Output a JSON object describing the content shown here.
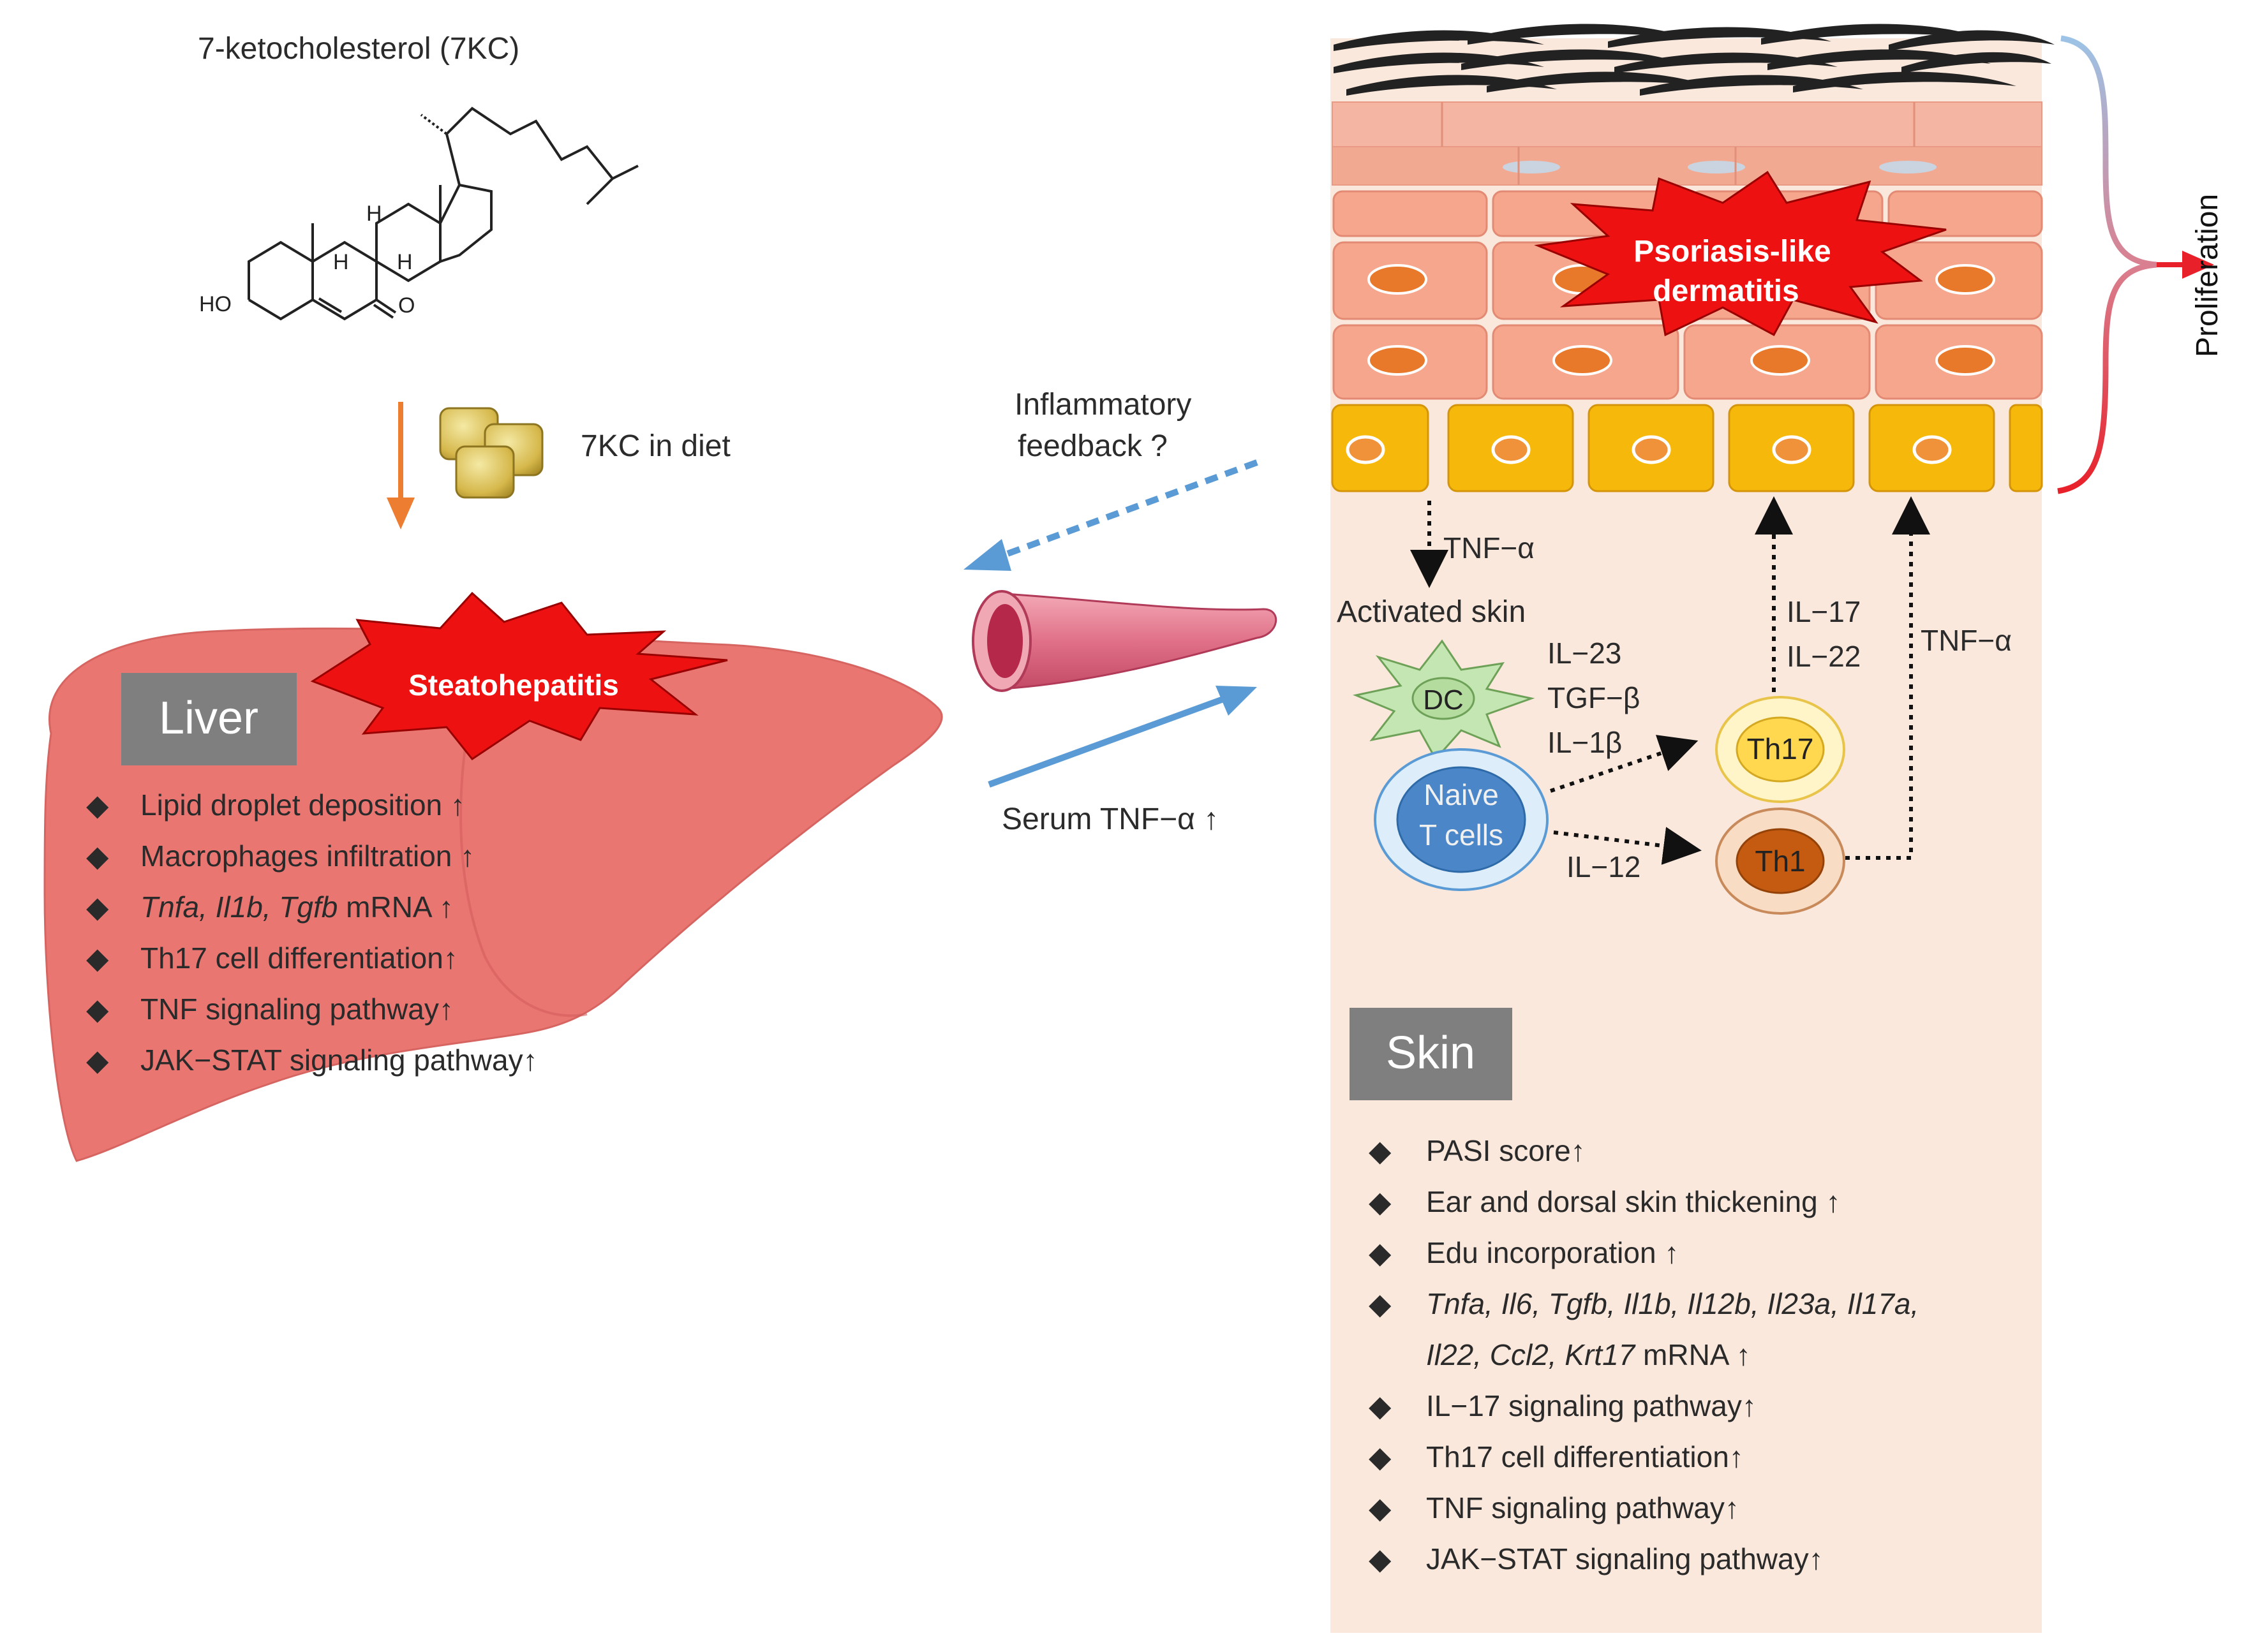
{
  "molecule": {
    "title": "7-ketocholesterol (7KC)",
    "atoms": {
      "ho": "HO",
      "o": "O",
      "h1": "H",
      "h2": "H",
      "h3": "H"
    }
  },
  "diet_label": "7KC in diet",
  "liver": {
    "title": "Liver",
    "badge": "Steatohepatitis",
    "items": [
      "Lipid droplet deposition ↑",
      "Macrophages infiltration ↑",
      {
        "italic": "Tnfa, Il1b, Tgfb",
        "rest": " mRNA ↑"
      },
      "Th17 cell differentiation↑",
      "TNF signaling pathway↑",
      "JAK−STAT signaling pathway↑"
    ]
  },
  "circulation": {
    "feedback_line1": "Inflammatory",
    "feedback_line2": "feedback ?",
    "serum": "Serum TNF−α ↑"
  },
  "skin": {
    "title": "Skin",
    "badge_line1": "Psoriasis-like",
    "badge_line2": "dermatitis",
    "proliferation": "Proliferation",
    "tnf_down": "TNF−α",
    "activated": "Activated skin",
    "dc": "DC",
    "cytokines": [
      "IL−23",
      "TGF−β",
      "IL−1β"
    ],
    "naive_line1": "Naive",
    "naive_line2": "T cells",
    "il12": "IL−12",
    "th17": "Th17",
    "th1": "Th1",
    "il17": "IL−17",
    "il22": "IL−22",
    "tnf_up": "TNF−α",
    "items": [
      "PASI score↑",
      "Ear and dorsal skin thickening ↑",
      "Edu incorporation ↑",
      {
        "italic": "Tnfa, Il6, Tgfb, Il1b, Il12b, Il23a, Il17a,",
        "rest": ""
      },
      {
        "italic": "Il22, Ccl2, Krt17",
        "rest": " mRNA ↑",
        "continuation": true
      },
      "IL−17 signaling pathway↑",
      "Th17 cell differentiation↑",
      "TNF signaling pathway↑",
      "JAK−STAT signaling pathway↑"
    ]
  },
  "colors": {
    "liver": "#ea7672",
    "skin_panel": "#fbe8dc",
    "badge_red": "#ee1111",
    "label_box": "#7f7f7f",
    "arrow_blue": "#5b9bd5",
    "arrow_orange": "#ed7d31",
    "basal_cell": "#f6b90b"
  }
}
